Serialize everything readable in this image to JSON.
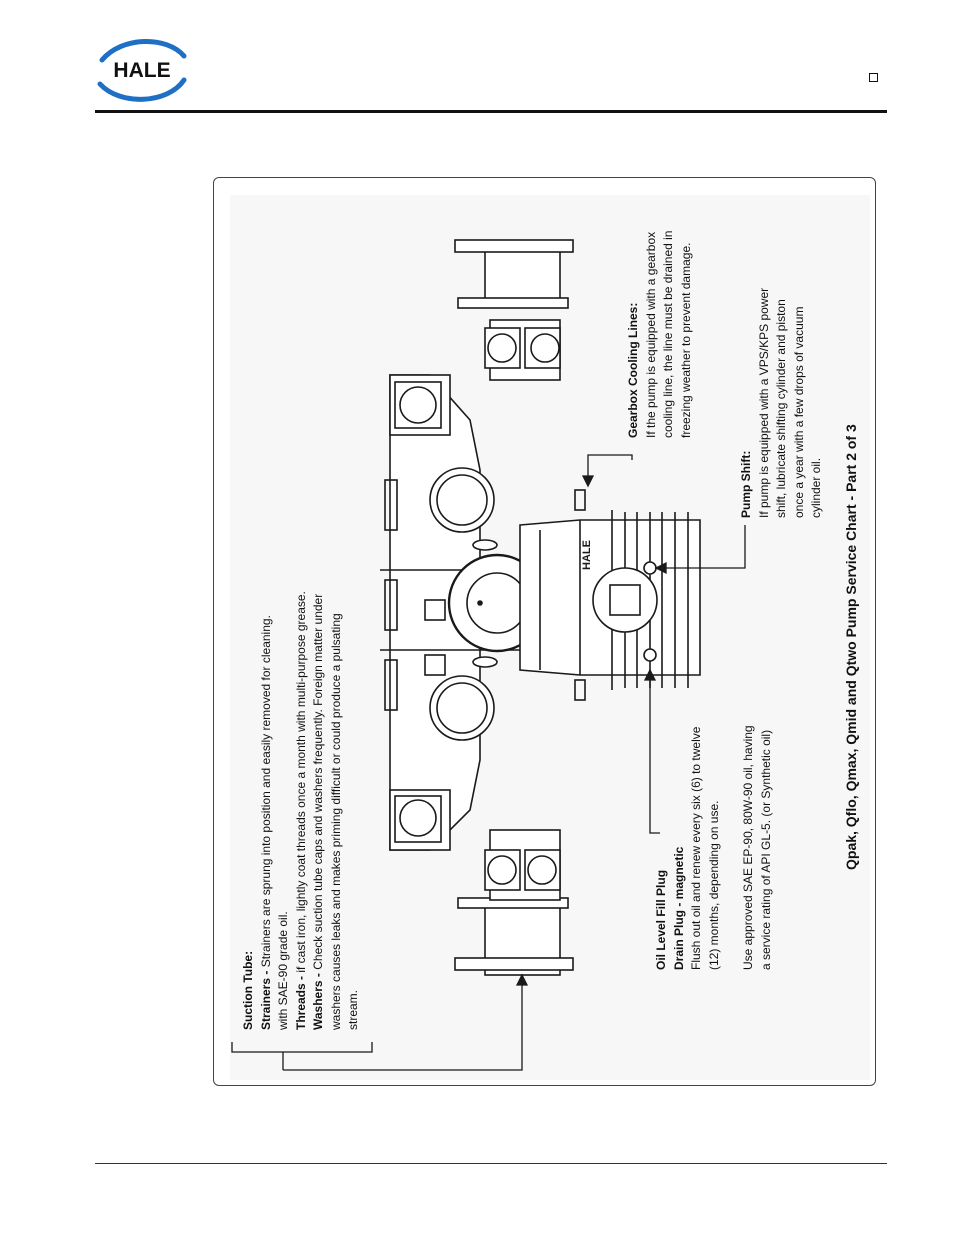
{
  "header": {
    "brand": "HALE",
    "checkbox_glyph": "checkbox-icon",
    "colors": {
      "brand_blue": "#1f6fc4",
      "rule": "#111111"
    }
  },
  "diagram": {
    "title": "Qpak, Qflo, Qmax, Qmid and Qtwo Pump Service Chart - Part 2 of 3",
    "pump_nameplate": "HALE",
    "suction_tube": {
      "heading": "Suction Tube:",
      "strainers_label": "Strainers -",
      "strainers_text": " Strainers are sprung into position and easily removed for cleaning.",
      "strainers_text2": "with SAE-90 grade oil.",
      "threads_label": "Threads -",
      "threads_text": " if cast iron, lightly coat threads once a month with multi-purpose grease.",
      "washers_label": "Washers -",
      "washers_text": " Check suction tube caps and washers frequently.  Foreign matter under",
      "washers_text2": "washers causes leaks and makes priming difficult or could produce a pulsating",
      "washers_text3": "stream."
    },
    "oil": {
      "fill_label": "Oil Level Fill Plug",
      "drain_label": "Drain Plug - magnetic",
      "line1": "Flush out oil and renew every six (6) to twelve",
      "line2": "(12) months, depending on use.",
      "line3": "Use approved SAE EP-90, 80W-90 oil, having",
      "line4": "a service rating of API GL-5.  (or Synthetic oil)"
    },
    "gearbox": {
      "heading": "Gearbox Cooling Lines:",
      "line1": "If the pump is equipped with a gearbox",
      "line2": "cooling line, the line must be drained in",
      "line3": "freezing weather to prevent damage."
    },
    "pump_shift": {
      "heading": "Pump Shift:",
      "line1": "If pump is equipped with a VPS/KPS power",
      "line2": "shift, lubricate shifting cylinder and piston",
      "line3": "once a year with a few drops of vacuum",
      "line4": "cylinder oil."
    }
  }
}
